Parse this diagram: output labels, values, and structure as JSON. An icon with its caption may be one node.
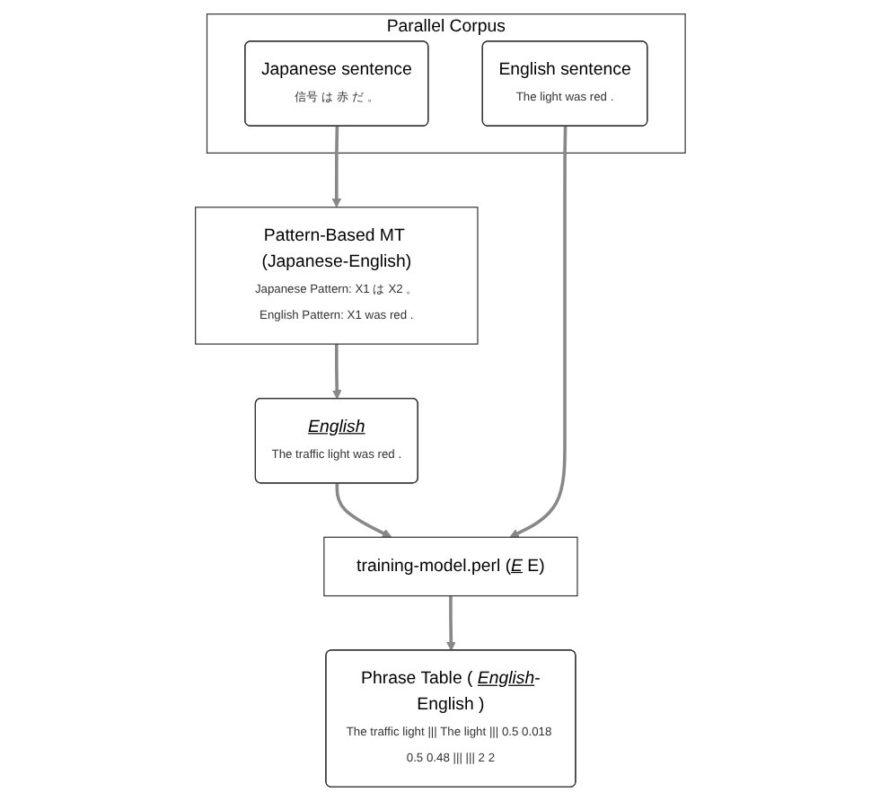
{
  "diagram": {
    "nodes": [
      {
        "text": [
          "Parallel Corpus"
        ]
      },
      {
        "text": [
          "Japanese sentence",
          "信号 は 赤 だ 。"
        ],
        "in": 0
      },
      {
        "text": [
          "English sentence",
          "The light was red ."
        ],
        "in": 0
      },
      {
        "text": [
          "Pattern-Based MT (Japanese-English)",
          "Japanese Pattern: X1 は X2 。",
          "English Pattern: X1 was red ."
        ]
      },
      {
        "text": [
          "English",
          "The traffic light was red ."
        ]
      },
      {
        "text": [
          "training-model.perl (*E* E)"
        ]
      },
      {
        "text": [
          "Phrase Table ( *English*-English )",
          "The traffic light ||| The light ||| 0.5 0.018 0.5 0.48 ||| ||| 2 2"
        ]
      }
    ],
    "edges": [
      {
        "from": 1,
        "to": 3,
        "arrow": "to"
      },
      {
        "from": 3,
        "to": 4,
        "arrow": "to"
      },
      {
        "from": 4,
        "to": 5,
        "arrow": "to"
      },
      {
        "from": 2,
        "to": 5,
        "arrow": "to"
      },
      {
        "from": 5,
        "to": 6,
        "arrow": "to"
      }
    ]
  }
}
